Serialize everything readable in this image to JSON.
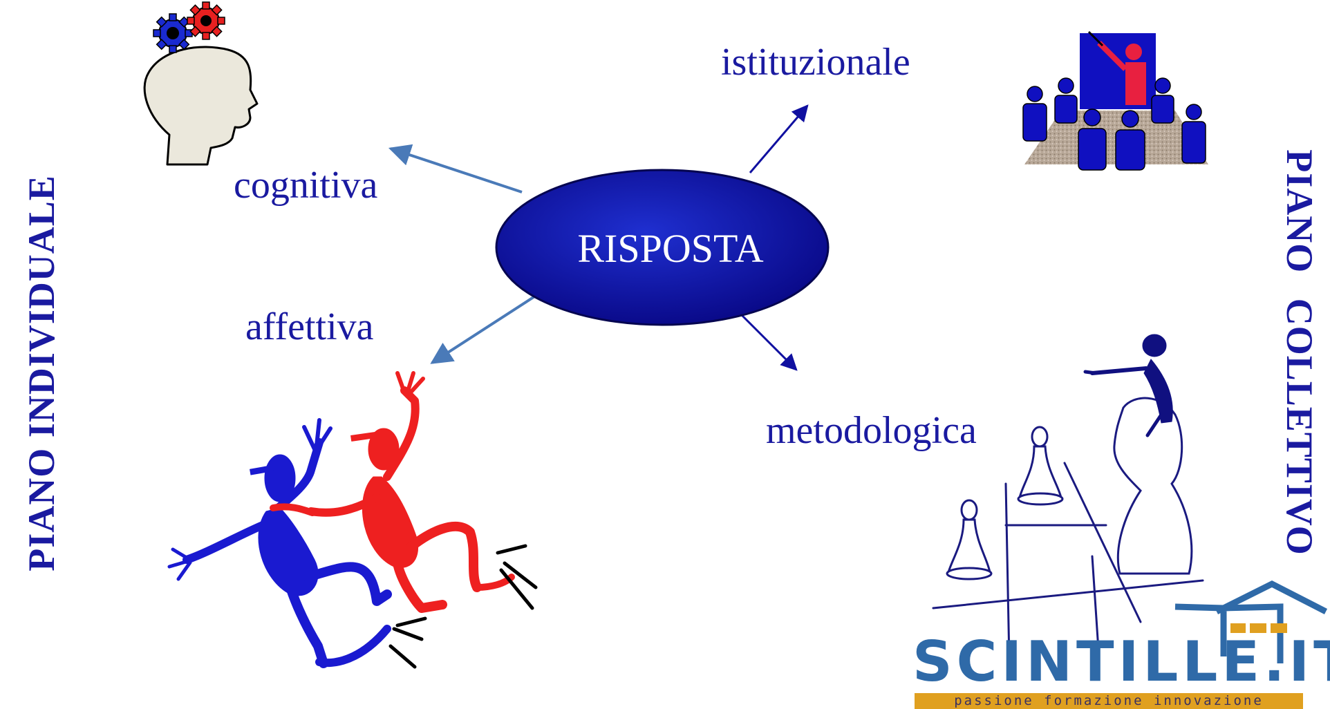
{
  "center": {
    "label": "RISPOSTA"
  },
  "branches": {
    "cognitiva": "cognitiva",
    "affettiva": "affettiva",
    "istituzionale": "istituzionale",
    "metodologica": "metodologica"
  },
  "sides": {
    "left": "PIANO INDIVIDUALE",
    "right": "PIANO COLLETTIVO"
  },
  "logo": {
    "name": "SCINTILLE.IT",
    "tagline": "passione formazione innovazione"
  },
  "colors": {
    "text_blue": "#1a1aa0",
    "ellipse_blue": "#1010a0",
    "arrow_steel": "#4a7ab8",
    "figure_red": "#ee2020",
    "logo_blue": "#2f6aa8",
    "logo_orange": "#e0a020"
  }
}
